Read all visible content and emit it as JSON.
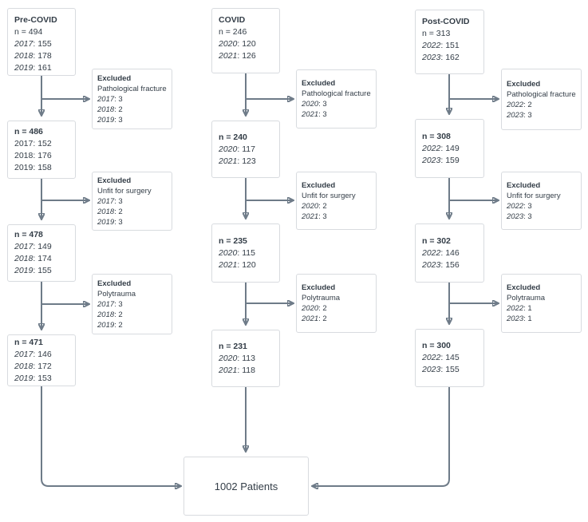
{
  "sep": ": ",
  "colors": {
    "text": "#333d47",
    "arrow": "#6e7b88",
    "border": "#d8dbdf",
    "bg": "#ffffff"
  },
  "total_label": "1002 Patients",
  "pre": {
    "initial": {
      "title": "Pre-COVID",
      "n": "n = 494",
      "years": [
        {
          "y": "2017",
          "v": "155"
        },
        {
          "y": "2018",
          "v": "178"
        },
        {
          "y": "2019",
          "v": "161"
        }
      ]
    },
    "ex_fracture": {
      "title": "Excluded",
      "reason": "Pathological fracture",
      "years": [
        {
          "y": "2017",
          "v": "3"
        },
        {
          "y": "2018",
          "v": "2"
        },
        {
          "y": "2019",
          "v": "3"
        }
      ]
    },
    "after_fracture": {
      "n": "n = 486",
      "years": [
        {
          "y": "2017",
          "v": "152"
        },
        {
          "y": "2018",
          "v": "176"
        },
        {
          "y": "2019",
          "v": "158"
        }
      ]
    },
    "ex_surgery": {
      "title": "Excluded",
      "reason": "Unfit for surgery",
      "years": [
        {
          "y": "2017",
          "v": "3"
        },
        {
          "y": "2018",
          "v": "2"
        },
        {
          "y": "2019",
          "v": "3"
        }
      ]
    },
    "after_surgery": {
      "n": "n = 478",
      "years": [
        {
          "y": "2017",
          "v": "149"
        },
        {
          "y": "2018",
          "v": "174"
        },
        {
          "y": "2019",
          "v": "155"
        }
      ]
    },
    "ex_polytrauma": {
      "title": "Excluded",
      "reason": "Polytrauma",
      "years": [
        {
          "y": "2017",
          "v": "3"
        },
        {
          "y": "2018",
          "v": "2"
        },
        {
          "y": "2019",
          "v": "2"
        }
      ]
    },
    "final": {
      "n": "n = 471",
      "years": [
        {
          "y": "2017",
          "v": "146"
        },
        {
          "y": "2018",
          "v": "172"
        },
        {
          "y": "2019",
          "v": "153"
        }
      ]
    }
  },
  "covid": {
    "initial": {
      "title": "COVID",
      "n": "n = 246",
      "years": [
        {
          "y": "2020",
          "v": "120"
        },
        {
          "y": "2021",
          "v": "126"
        }
      ]
    },
    "ex_fracture": {
      "title": "Excluded",
      "reason": "Pathological fracture",
      "years": [
        {
          "y": "2020",
          "v": "3"
        },
        {
          "y": "2021",
          "v": "3"
        }
      ]
    },
    "after_fracture": {
      "n": "n = 240",
      "years": [
        {
          "y": "2020",
          "v": "117"
        },
        {
          "y": "2021",
          "v": "123"
        }
      ]
    },
    "ex_surgery": {
      "title": "Excluded",
      "reason": "Unfit for surgery",
      "years": [
        {
          "y": "2020",
          "v": "2"
        },
        {
          "y": "2021",
          "v": "3"
        }
      ]
    },
    "after_surgery": {
      "n": "n = 235",
      "years": [
        {
          "y": "2020",
          "v": "115"
        },
        {
          "y": "2021",
          "v": "120"
        }
      ]
    },
    "ex_polytrauma": {
      "title": "Excluded",
      "reason": "Polytrauma",
      "years": [
        {
          "y": "2020",
          "v": "2"
        },
        {
          "y": "2021",
          "v": "2"
        }
      ]
    },
    "final": {
      "n": "n = 231",
      "years": [
        {
          "y": "2020",
          "v": "113"
        },
        {
          "y": "2021",
          "v": "118"
        }
      ]
    }
  },
  "post": {
    "initial": {
      "title": "Post-COVID",
      "n": "n = 313",
      "years": [
        {
          "y": "2022",
          "v": "151"
        },
        {
          "y": "2023",
          "v": "162"
        }
      ]
    },
    "ex_fracture": {
      "title": "Excluded",
      "reason": "Pathological fracture",
      "years": [
        {
          "y": "2022",
          "v": "2"
        },
        {
          "y": "2023",
          "v": "3"
        }
      ]
    },
    "after_fracture": {
      "n": "n = 308",
      "years": [
        {
          "y": "2022",
          "v": "149"
        },
        {
          "y": "2023",
          "v": "159"
        }
      ]
    },
    "ex_surgery": {
      "title": "Excluded",
      "reason": "Unfit for surgery",
      "years": [
        {
          "y": "2022",
          "v": "3"
        },
        {
          "y": "2023",
          "v": "3"
        }
      ]
    },
    "after_surgery": {
      "n": "n = 302",
      "years": [
        {
          "y": "2022",
          "v": "146"
        },
        {
          "y": "2023",
          "v": "156"
        }
      ]
    },
    "ex_polytrauma": {
      "title": "Excluded",
      "reason": "Polytrauma",
      "years": [
        {
          "y": "2022",
          "v": "1"
        },
        {
          "y": "2023",
          "v": "1"
        }
      ]
    },
    "final": {
      "n": "n = 300",
      "years": [
        {
          "y": "2022",
          "v": "145"
        },
        {
          "y": "2023",
          "v": "155"
        }
      ]
    }
  }
}
